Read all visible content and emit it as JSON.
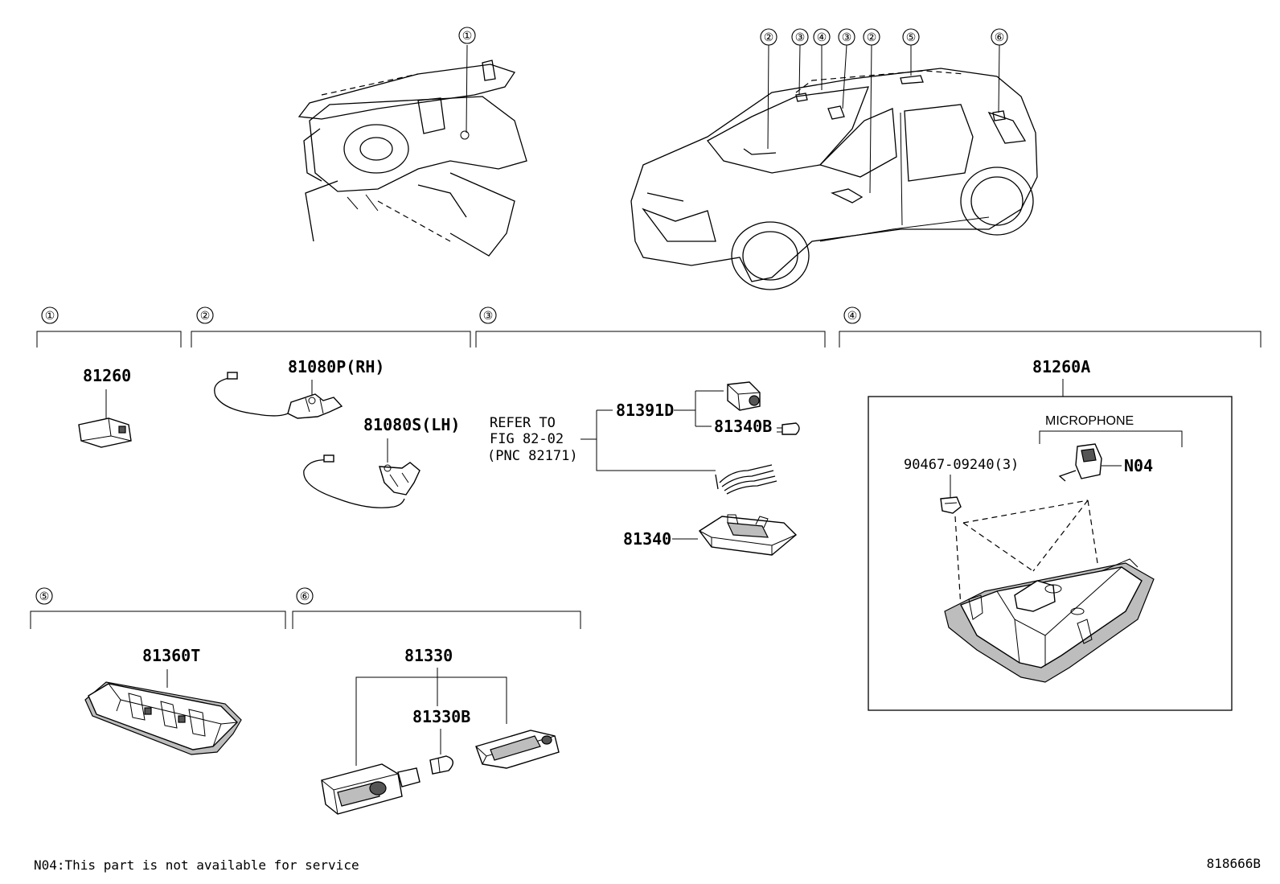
{
  "callouts": [
    "①",
    "②",
    "③",
    "④",
    "⑤",
    "⑥"
  ],
  "parts": {
    "p81260": "81260",
    "p81080p": "81080P(RH)",
    "p81080s": "81080S(LH)",
    "p81391d": "81391D",
    "p81340b": "81340B",
    "p81340": "81340",
    "p81260a": "81260A",
    "p90467": "90467-09240(3)",
    "pN04": "N04",
    "p81360t": "81360T",
    "p81330": "81330",
    "p81330b": "81330B"
  },
  "refer": {
    "line1": "REFER TO",
    "line2": "FIG 82-02",
    "line3": "(PNC 82171)"
  },
  "microphone_label": "MICROPHONE",
  "footnote": "N04:This part is not available for service",
  "diagram_id": "818666B"
}
